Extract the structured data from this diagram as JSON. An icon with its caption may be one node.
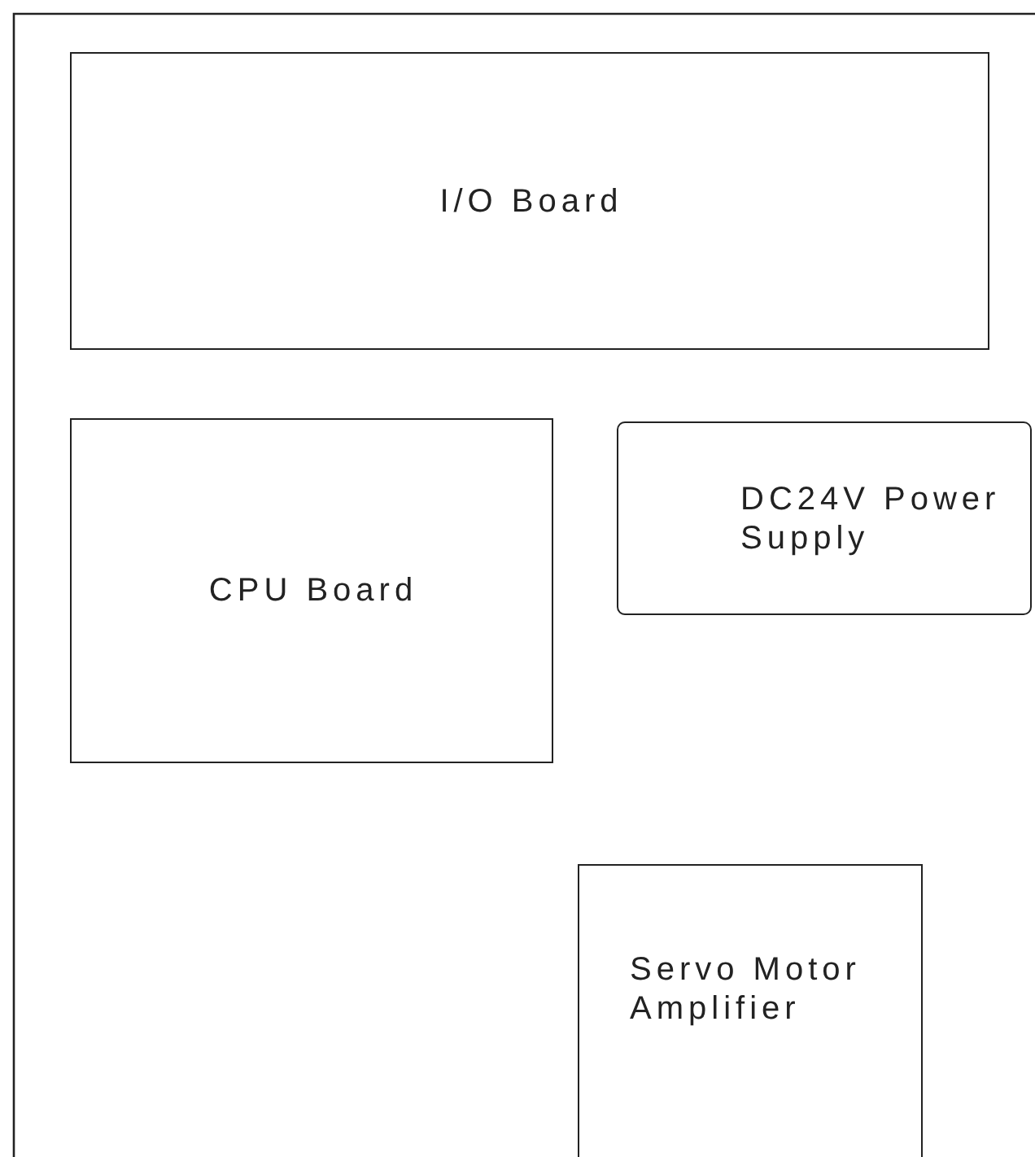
{
  "diagram": {
    "nodes": [
      {
        "text": [
          "I/O Board"
        ]
      },
      {
        "text": [
          "CPU Board"
        ]
      },
      {
        "text": [
          "DC24V Power Supply"
        ]
      },
      {
        "text": [
          "Servo Motor Amplifier"
        ]
      }
    ]
  }
}
